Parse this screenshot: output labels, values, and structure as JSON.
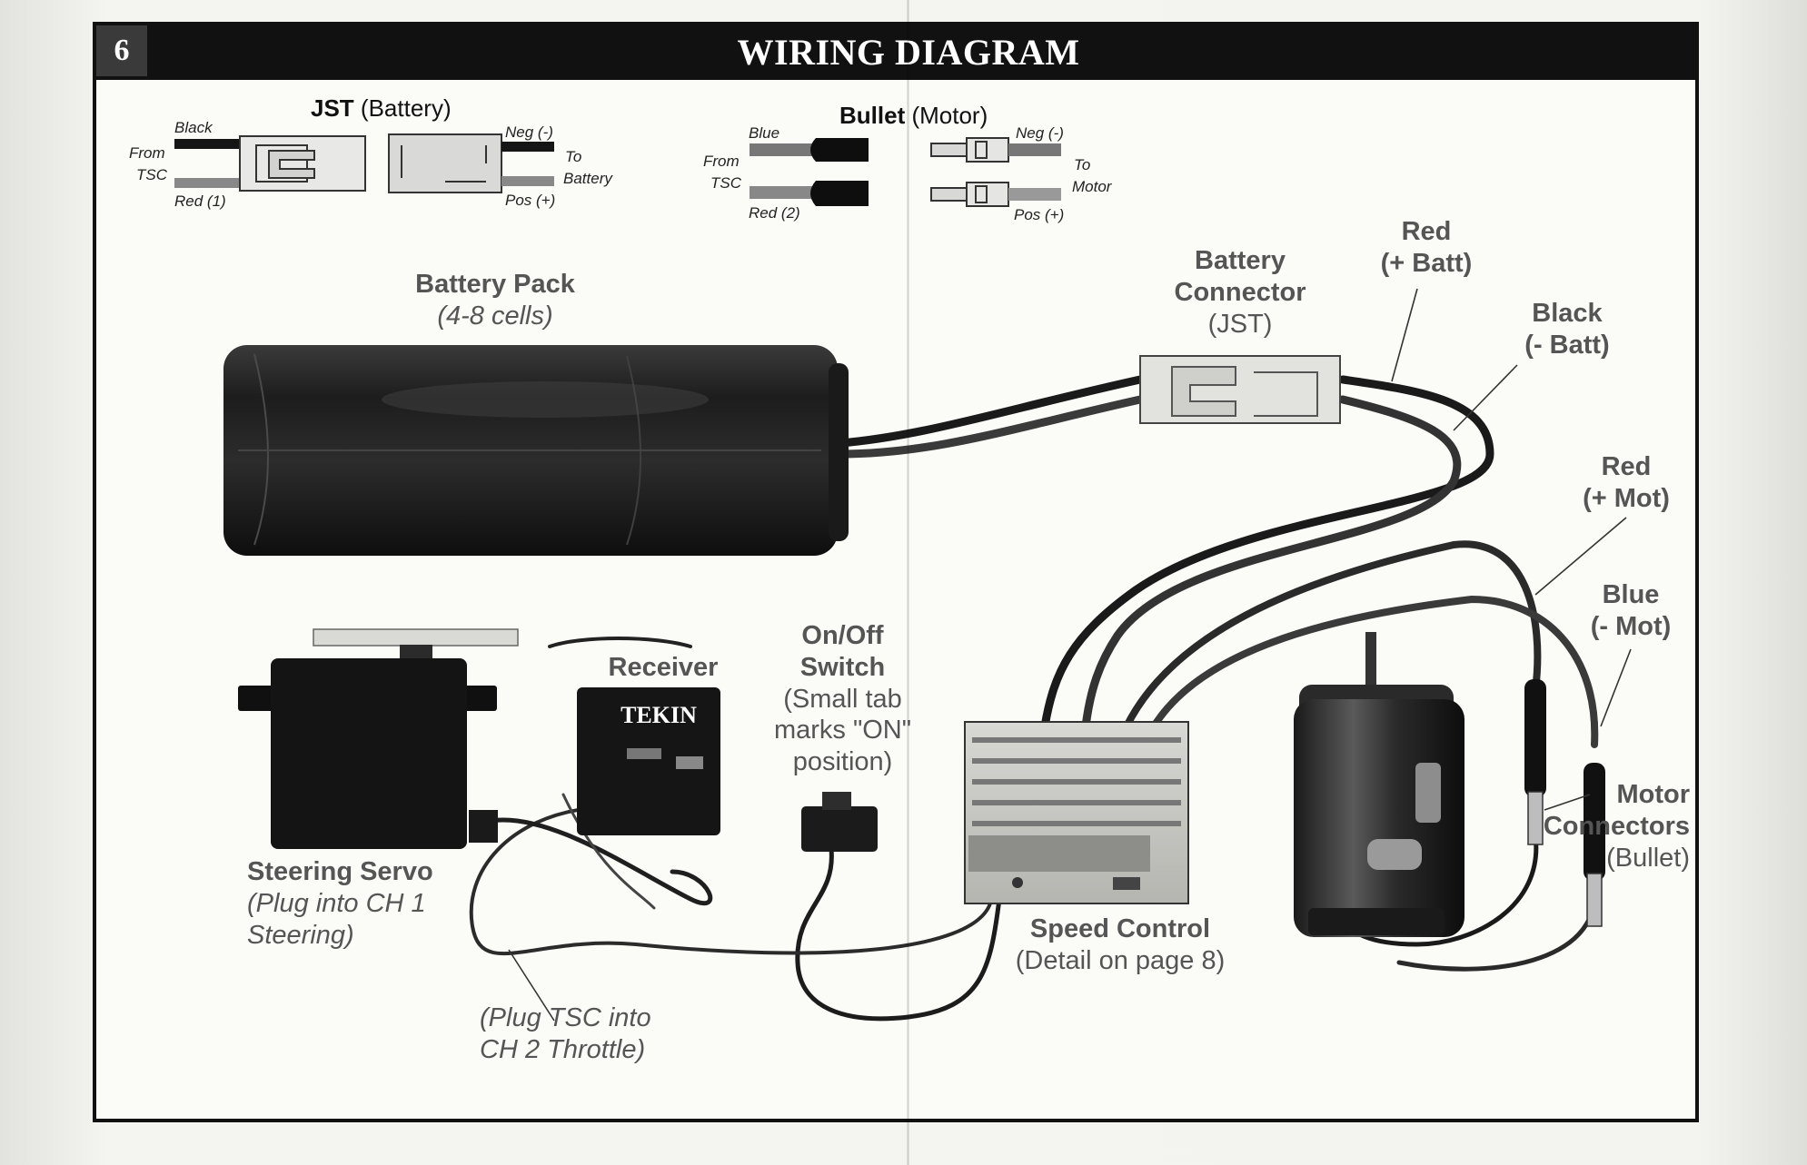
{
  "page_number": "6",
  "title": "WIRING DIAGRAM",
  "jst_inset": {
    "name": "JST",
    "paren": "(Battery)",
    "black": "Black",
    "red": "Red (1)",
    "from": "From",
    "tsc": "TSC",
    "neg": "Neg (-)",
    "pos": "Pos (+)",
    "to": "To",
    "dest": "Battery"
  },
  "bullet_inset": {
    "name": "Bullet",
    "paren": "(Motor)",
    "blue": "Blue",
    "red": "Red (2)",
    "from": "From",
    "tsc": "TSC",
    "neg": "Neg (-)",
    "pos": "Pos (+)",
    "to": "To",
    "dest": "Motor"
  },
  "labels": {
    "battery_pack": {
      "line1": "Battery Pack",
      "line2": "(4-8 cells)"
    },
    "battery_connector": {
      "line1": "Battery",
      "line2": "Connector",
      "line3": "(JST)"
    },
    "red_batt": {
      "line1": "Red",
      "line2": "(+ Batt)"
    },
    "black_batt": {
      "line1": "Black",
      "line2": "(- Batt)"
    },
    "red_mot": {
      "line1": "Red",
      "line2": "(+ Mot)"
    },
    "blue_mot": {
      "line1": "Blue",
      "line2": "(- Mot)"
    },
    "motor_connectors": {
      "line1": "Motor",
      "line2": "Connectors",
      "line3": "(Bullet)"
    },
    "receiver": "Receiver",
    "receiver_brand": "TEKIN",
    "on_off_switch": {
      "line1": "On/Off",
      "line2": "Switch",
      "line3": "(Small tab",
      "line4": "marks \"ON\"",
      "line5": "position)"
    },
    "steering_servo": {
      "line1": "Steering Servo",
      "line2": "(Plug into CH 1",
      "line3": "Steering)"
    },
    "plug_tsc": {
      "line1": "(Plug TSC into",
      "line2": "CH 2 Throttle)"
    },
    "speed_control": {
      "line1": "Speed Control",
      "line2": "(Detail on page 8)"
    }
  }
}
